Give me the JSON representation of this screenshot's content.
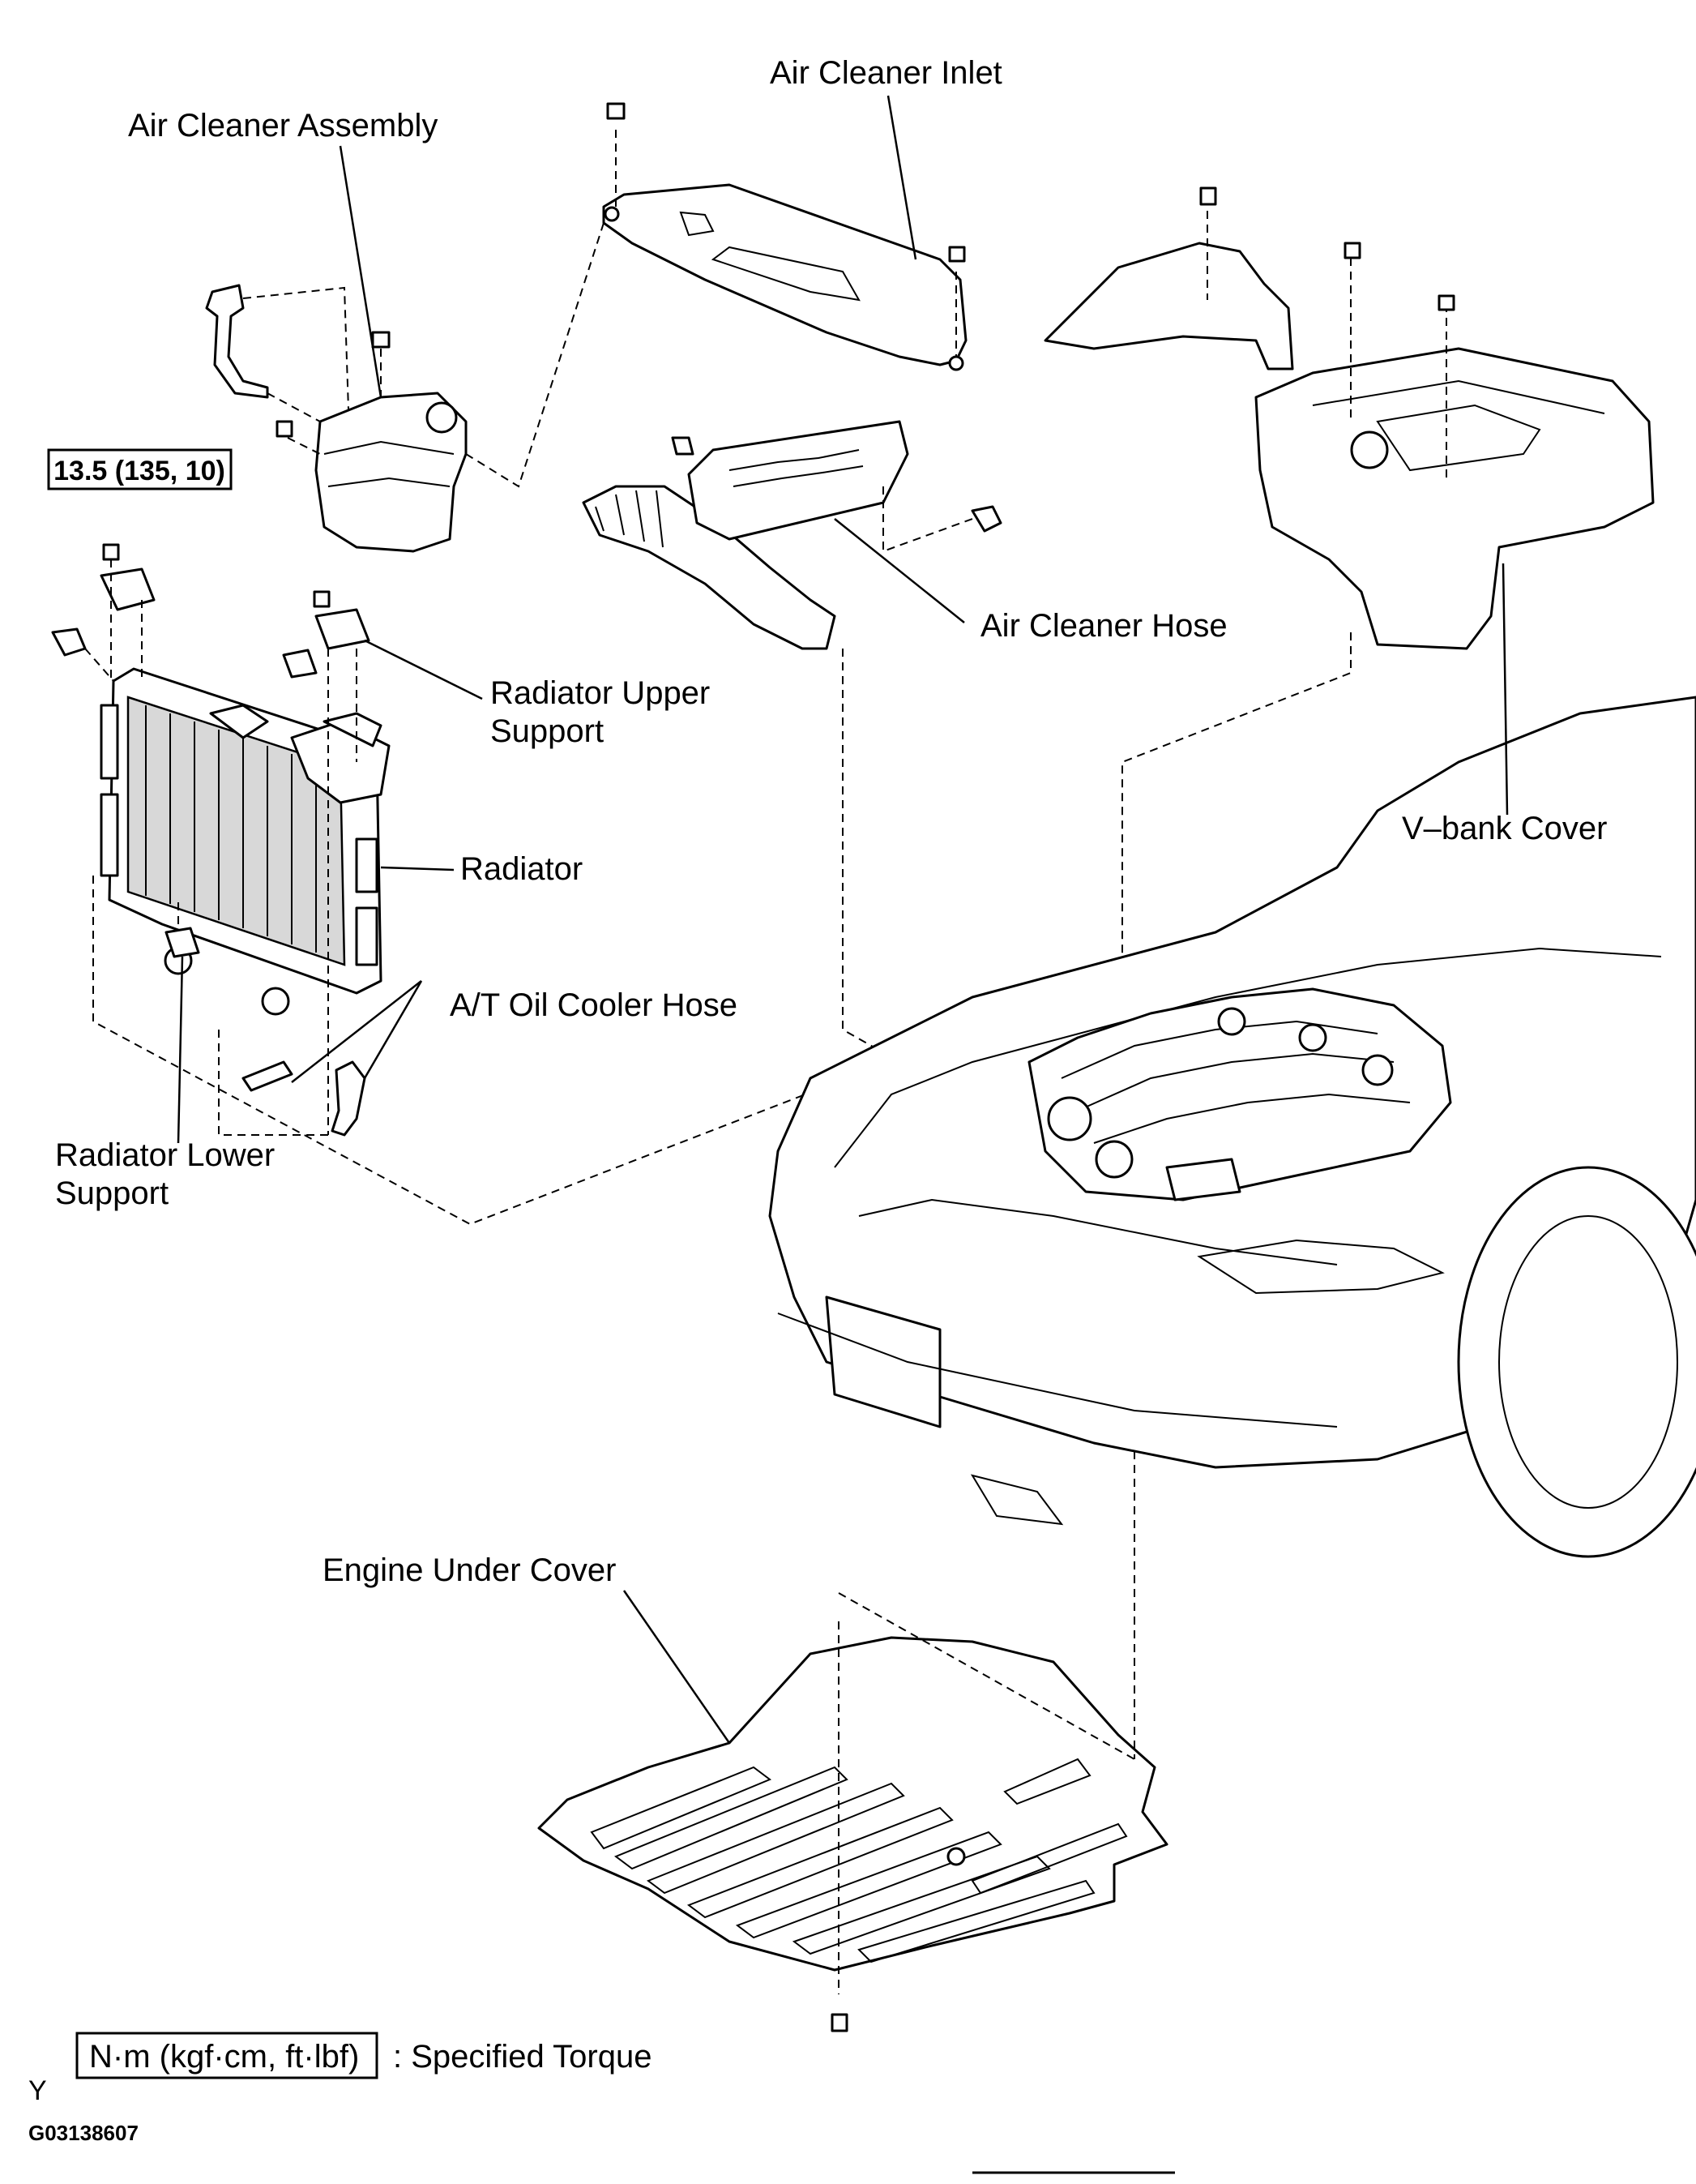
{
  "labels": {
    "air_cleaner_inlet": "Air Cleaner Inlet",
    "air_cleaner_assembly": "Air Cleaner Assembly",
    "air_cleaner_hose": "Air Cleaner Hose",
    "radiator_upper_support_1": "Radiator  Upper",
    "radiator_upper_support_2": "Support",
    "radiator": "Radiator",
    "v_bank_cover": "V–bank Cover",
    "at_oil_cooler_hose": "A/T Oil Cooler Hose",
    "radiator_lower_support_1": "Radiator  Lower",
    "radiator_lower_support_2": "Support",
    "engine_under_cover": "Engine Under Cover"
  },
  "torque_box": "13.5 (135, 10)",
  "legend": {
    "unit_box": "N·m (kgf·cm, ft·lbf)",
    "text": ": Specified Torque"
  },
  "corner_mark": "Y",
  "figure_code": "G03138607"
}
